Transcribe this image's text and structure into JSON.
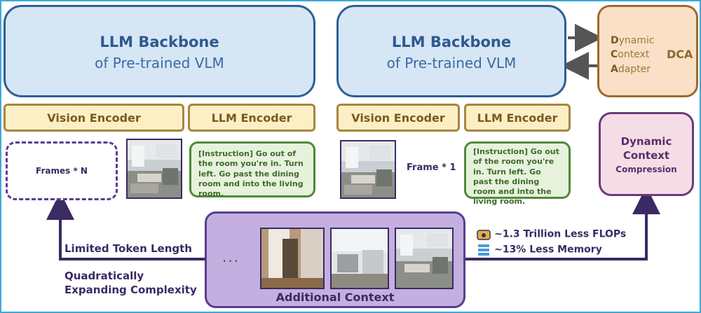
{
  "left_column": {
    "backbone": {
      "title": "LLM Backbone",
      "subtitle": "of Pre-trained VLM"
    },
    "vision_encoder": "Vision Encoder",
    "llm_encoder": "LLM Encoder",
    "frames_label": "Frames * N",
    "instruction": "[Instruction] Go out of the room you're in. Turn left. Go past the dining room and into the living room."
  },
  "right_column": {
    "backbone": {
      "title": "LLM Backbone",
      "subtitle": "of Pre-trained VLM"
    },
    "vision_encoder": "Vision Encoder",
    "llm_encoder": "LLM Encoder",
    "frames_label": "Frame * 1",
    "instruction": "[Instruction] Go out of the room you're in. Turn left. Go past the dining room and into the living room."
  },
  "dca": {
    "line1_initial": "D",
    "line1_rest": "ynamic",
    "line2_initial": "C",
    "line2_rest": "ontext",
    "line3_initial": "A",
    "line3_rest": "dapter",
    "abbr": "DCA"
  },
  "dcc": {
    "line1": "Dynamic",
    "line2": "Context",
    "line3": "Compression"
  },
  "additional_context": {
    "label": "Additional Context",
    "ellipsis": "..."
  },
  "left_annotations": {
    "limited": "Limited Token Length",
    "complexity_line1": "Quadratically",
    "complexity_line2": "Expanding Complexity"
  },
  "savings": {
    "flops": "~1.3 Trillion Less FLOPs",
    "memory": "~13% Less Memory"
  },
  "colors": {
    "backbone_fill": "#d6e6f5",
    "backbone_border": "#2e5f93",
    "encoder_fill": "#fcefc6",
    "encoder_border": "#a8863e",
    "instruction_fill": "#e7f2dc",
    "instruction_border": "#4f8a3a",
    "dca_fill": "#f9e0c6",
    "dca_border": "#9b6b2e",
    "dcc_fill": "#f5dde6",
    "dcc_border": "#6b3b7a",
    "context_fill": "#c4b0e0",
    "arrow": "#3b2a63"
  }
}
